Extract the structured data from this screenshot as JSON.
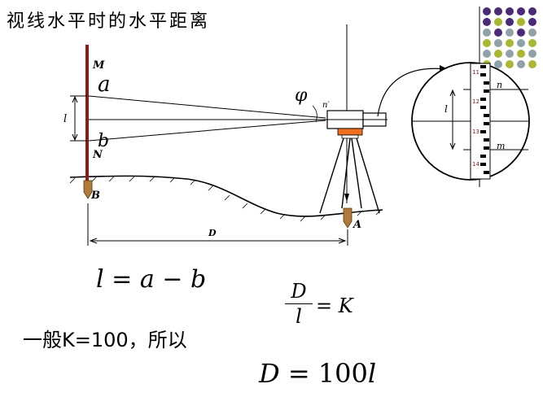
{
  "title": "视线水平时的水平距离",
  "labels": {
    "M": "M",
    "a": "a",
    "l": "l",
    "b": "b",
    "N": "N",
    "B": "B",
    "phi": "φ",
    "n_prime": "n′",
    "A": "A",
    "D": "D",
    "zoom_n": "n",
    "zoom_m": "m",
    "zoom_l": "l",
    "zoom_nums": [
      "11",
      "12",
      "13",
      "14"
    ]
  },
  "formulas": {
    "f1": {
      "lhs": "l",
      "rhs1": "a",
      "rhs2": "b"
    },
    "frac_num": "D",
    "frac_den": "l",
    "frac_rhs": "K",
    "cn_text": "一般K=100，所以",
    "f3": {
      "lhs": "D",
      "coef": "100",
      "var": "l"
    }
  },
  "colors": {
    "staff": "#8b1a1a",
    "peg": "#b07a3a",
    "tripod_head": "#f07020",
    "dot_purple": "#4b2a78",
    "dot_olive": "#a8b830",
    "dot_gray": "#8fa2a8"
  }
}
